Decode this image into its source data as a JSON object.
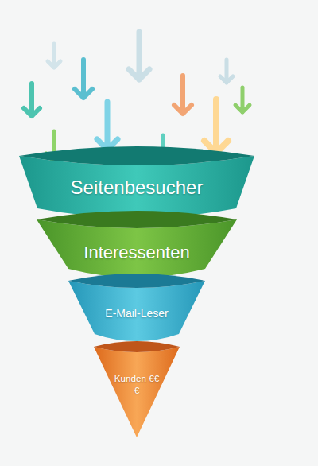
{
  "diagram": {
    "nodes": [
      {
        "text": [
          "Seitenbesucher"
        ]
      },
      {
        "text": [
          "Interessenten"
        ]
      },
      {
        "text": [
          "E-Mail-Leser"
        ]
      },
      {
        "text": [
          "Kunden €€€"
        ]
      }
    ]
  }
}
